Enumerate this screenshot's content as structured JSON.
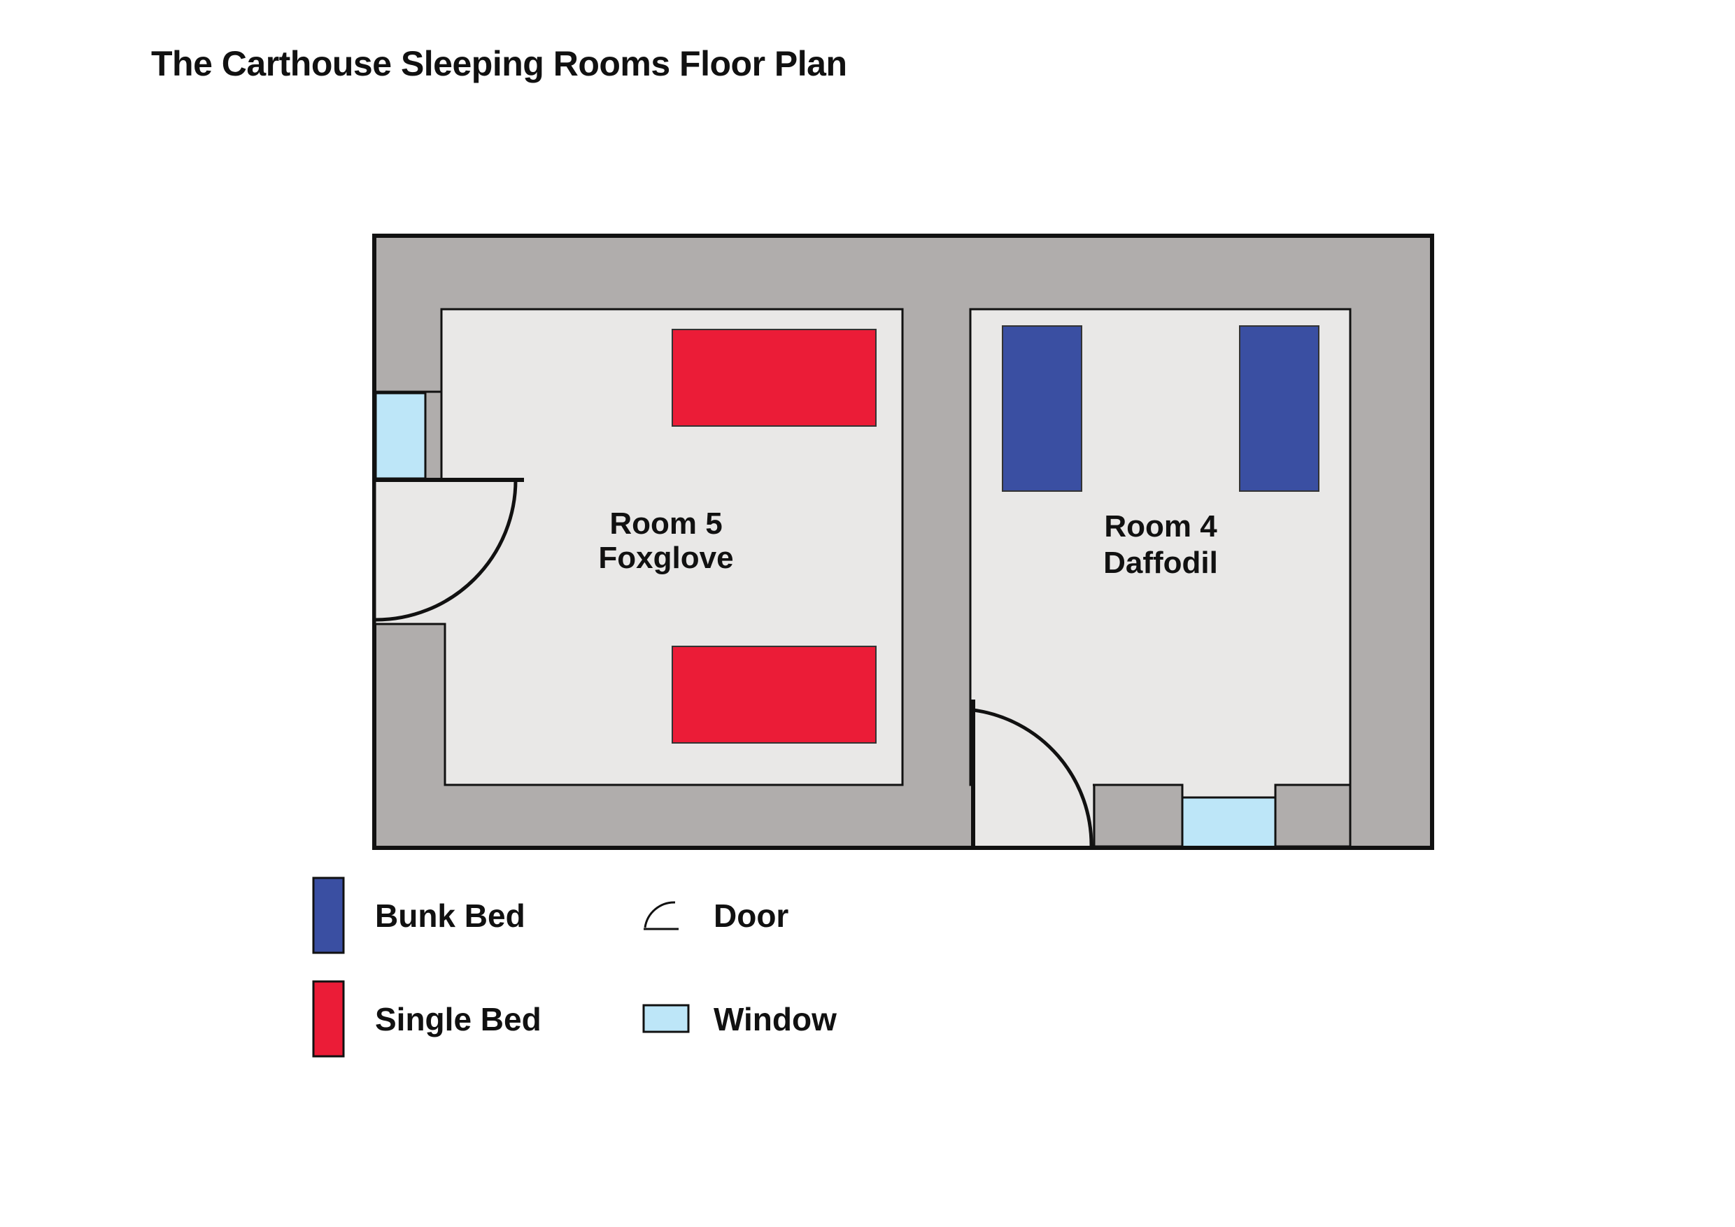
{
  "title": "The Carthouse Sleeping Rooms Floor Plan",
  "rooms": [
    {
      "number_label": "Room 5",
      "name": "Foxglove",
      "single_beds": 2,
      "bunk_beds": 0,
      "doors": 1,
      "windows": 1
    },
    {
      "number_label": "Room 4",
      "name": "Daffodil",
      "single_beds": 0,
      "bunk_beds": 2,
      "doors": 1,
      "windows": 1
    }
  ],
  "legend": {
    "bunk_bed": "Bunk Bed",
    "single_bed": "Single Bed",
    "door": "Door",
    "window": "Window"
  },
  "colors": {
    "wall": "#b0adac",
    "floor": "#e9e8e7",
    "bunk_bed": "#3a4fa2",
    "single_bed": "#eb1c37",
    "window": "#bde6f8",
    "outline": "#111111"
  }
}
